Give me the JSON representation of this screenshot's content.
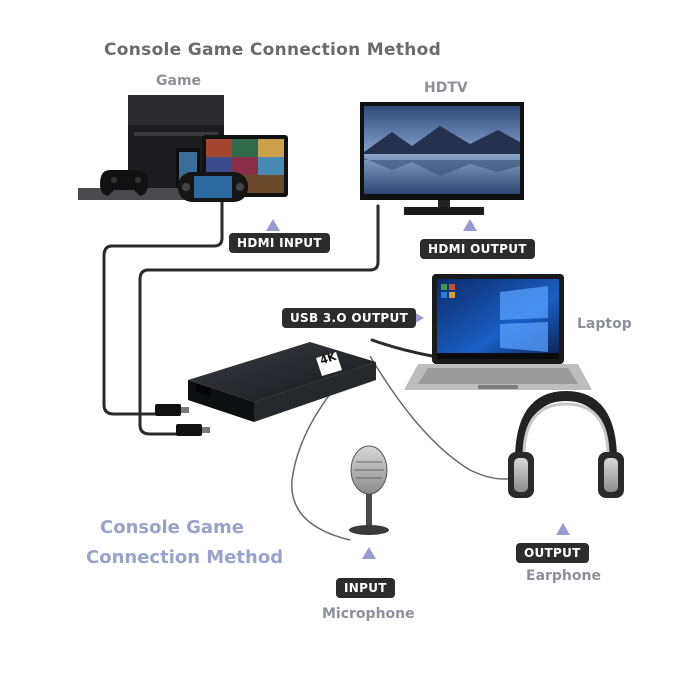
{
  "diagram": {
    "title": "Console Game Connection Method",
    "device_labels": {
      "game": "Game",
      "hdtv": "HDTV",
      "laptop": "Laptop",
      "earphone": "Earphone",
      "microphone": "Microphone"
    },
    "badges": {
      "hdmi_input": "HDMI INPUT",
      "hdmi_output": "HDMI OUTPUT",
      "usb_output": "USB 3.O OUTPUT",
      "output": "OUTPUT",
      "input": "INPUT"
    },
    "caption": {
      "line1": "Console Game",
      "line2": "Connection Method"
    },
    "capture_card": {
      "brand_mark": "4K"
    },
    "colors": {
      "badge_bg": "#2c2c2c",
      "pointer": "#9a9ad0",
      "caption": "#9aa2cc",
      "label": "#8f8f9a",
      "cable": "#2a2a2a"
    }
  }
}
